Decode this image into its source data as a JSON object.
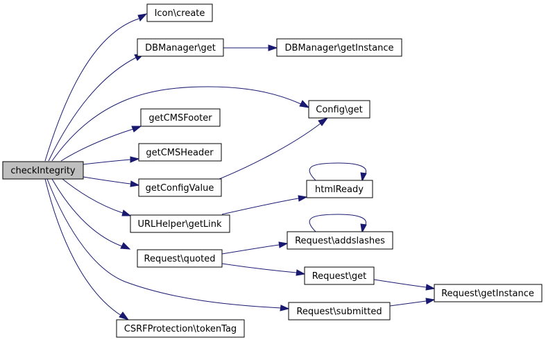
{
  "nodes": {
    "checkIntegrity": "checkIntegrity",
    "icon_create": "Icon\\create",
    "dbmanager_get": "DBManager\\get",
    "dbmanager_getInstance": "DBManager\\getInstance",
    "config_get": "Config\\get",
    "getCMSFooter": "getCMSFooter",
    "getCMSHeader": "getCMSHeader",
    "getConfigValue": "getConfigValue",
    "htmlReady": "htmlReady",
    "urlhelper_getLink": "URLHelper\\getLink",
    "request_addslashes": "Request\\addslashes",
    "request_quoted": "Request\\quoted",
    "request_get": "Request\\get",
    "request_getInstance": "Request\\getInstance",
    "request_submitted": "Request\\submitted",
    "csrf_tokenTag": "CSRFProtection\\tokenTag"
  },
  "colors": {
    "edge": "#191970",
    "root_fill": "#bfbfbf",
    "node_fill": "#ffffff",
    "node_border": "#000000"
  }
}
